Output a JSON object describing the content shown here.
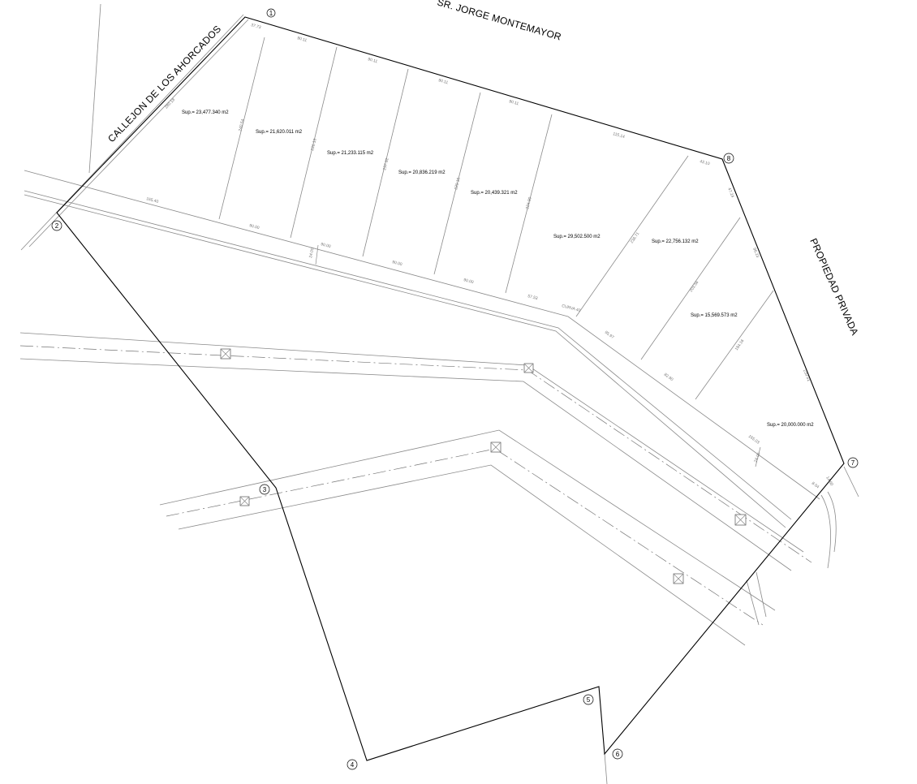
{
  "streets": {
    "north": "SR. JORGE MONTEMAYOR",
    "west": "CALLEJON DE LOS AHORCADOS",
    "east": "PROPIEDAD PRIVADA"
  },
  "lots": [
    {
      "area": "Sup.= 23,477.340 m2"
    },
    {
      "area": "Sup.= 21,620.011 m2"
    },
    {
      "area": "Sup.= 21,233.115 m2"
    },
    {
      "area": "Sup.= 20,836.219 m2"
    },
    {
      "area": "Sup.= 20,439.321 m2"
    },
    {
      "area": "Sup.= 29,502.500 m2"
    },
    {
      "area": "Sup.= 22,756.132 m2"
    },
    {
      "area": "Sup.= 15,569.573 m2"
    },
    {
      "area": "Sup.= 20,000.000 m2"
    }
  ],
  "vertices": [
    "1",
    "2",
    "3",
    "4",
    "5",
    "6",
    "7",
    "8"
  ],
  "dimensions": {
    "top": [
      "37.73",
      "90.11",
      "90.11",
      "90.11",
      "90.11",
      "115.14",
      "43.10"
    ],
    "lot_depth": [
      "240.54",
      "226.13",
      "237.92",
      "229.15",
      "224.90",
      "236.71",
      "203.56",
      "184.16"
    ],
    "road_edge": [
      "165.40",
      "90.00",
      "90.00",
      "90.00",
      "90.00",
      "57.53",
      "95.97",
      "82.90",
      "165.03"
    ],
    "west": "280.18",
    "east": [
      "47.24",
      "96.23",
      "239.61"
    ],
    "road_width": [
      "24.00",
      "24.00"
    ],
    "arc_chord": "CURVA 40",
    "misc": [
      "8.04",
      "14.60",
      "20.00"
    ]
  }
}
